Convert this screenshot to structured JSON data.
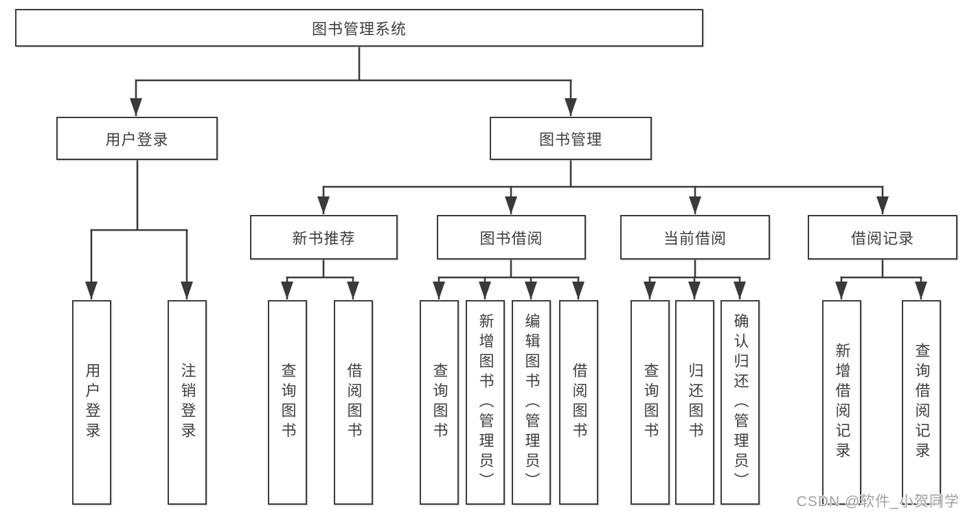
{
  "tree": {
    "root": "图书管理系统",
    "branches": [
      {
        "label": "用户登录",
        "leaves": [
          "用户登录",
          "注销登录"
        ]
      },
      {
        "label": "图书管理",
        "groups": [
          {
            "label": "新书推荐",
            "leaves": [
              "查询图书",
              "借阅图书"
            ]
          },
          {
            "label": "图书借阅",
            "leaves": [
              "查询图书",
              "新增图书（管理员）",
              "编辑图书（管理员）",
              "借阅图书"
            ]
          },
          {
            "label": "当前借阅",
            "leaves": [
              "查询图书",
              "归还图书",
              "确认归还（管理员）"
            ]
          },
          {
            "label": "借阅记录",
            "leaves": [
              "新增借阅记录",
              "查询借阅记录"
            ]
          }
        ]
      }
    ]
  },
  "watermark": "CSDN @软件_小贺同学",
  "colors": {
    "line": "#3a3a3a",
    "text": "#3e3e3e",
    "watermark": "#9f9f9f",
    "background": "#ffffff"
  }
}
